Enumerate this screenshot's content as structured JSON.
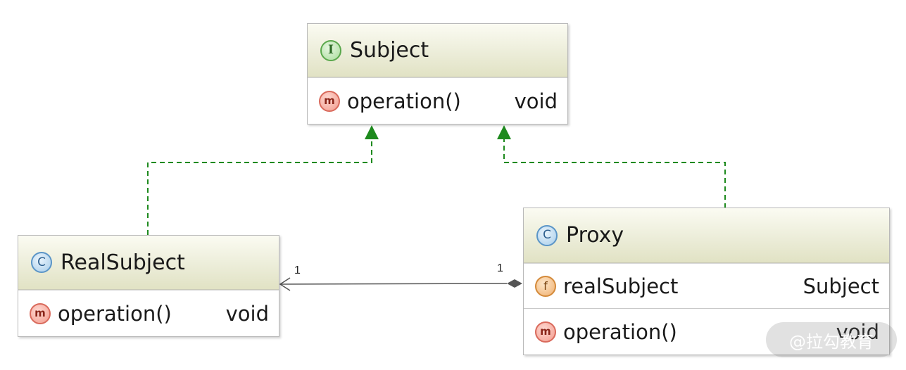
{
  "diagram": {
    "subject": {
      "stereotype_icon": "I",
      "name": "Subject",
      "methods": [
        {
          "icon": "m",
          "name": "operation()",
          "type": "void"
        }
      ]
    },
    "real_subject": {
      "stereotype_icon": "C",
      "name": "RealSubject",
      "methods": [
        {
          "icon": "m",
          "name": "operation()",
          "type": "void"
        }
      ]
    },
    "proxy": {
      "stereotype_icon": "C",
      "name": "Proxy",
      "fields": [
        {
          "icon": "f",
          "name": "realSubject",
          "type": "Subject"
        }
      ],
      "methods": [
        {
          "icon": "m",
          "name": "operation()",
          "type": "void"
        }
      ]
    },
    "association": {
      "source_multiplicity": "1",
      "target_multiplicity": "1"
    },
    "colors": {
      "realization": "#1e8a1e",
      "association": "#555555"
    },
    "watermark": "@拉勾教育"
  }
}
